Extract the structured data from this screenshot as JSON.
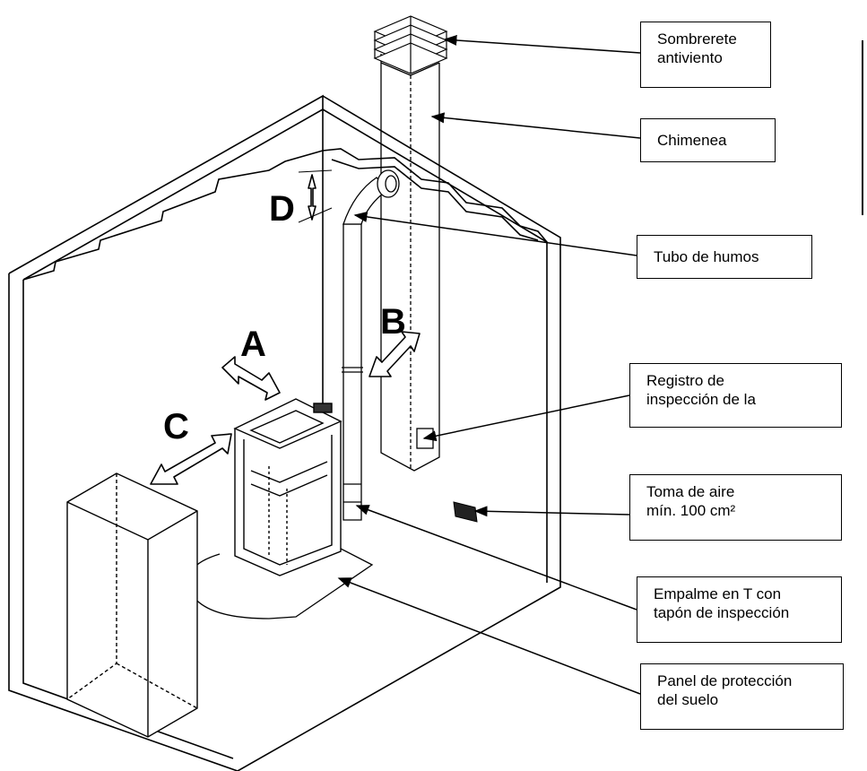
{
  "callouts": {
    "sombrerete": [
      "Sombrerete",
      "antiviento"
    ],
    "chimenea": [
      "Chimenea"
    ],
    "tubo": [
      "Tubo de humos"
    ],
    "registro": [
      "Registro de",
      "inspección de la"
    ],
    "toma": [
      "Toma de aire",
      "mín. 100 cm²"
    ],
    "empalme": [
      "Empalme en T con",
      "tapón de inspección"
    ],
    "panel": [
      "Panel de protección",
      "del suelo"
    ]
  },
  "distances": {
    "a": "A",
    "b": "B",
    "c": "C",
    "d": "D"
  }
}
